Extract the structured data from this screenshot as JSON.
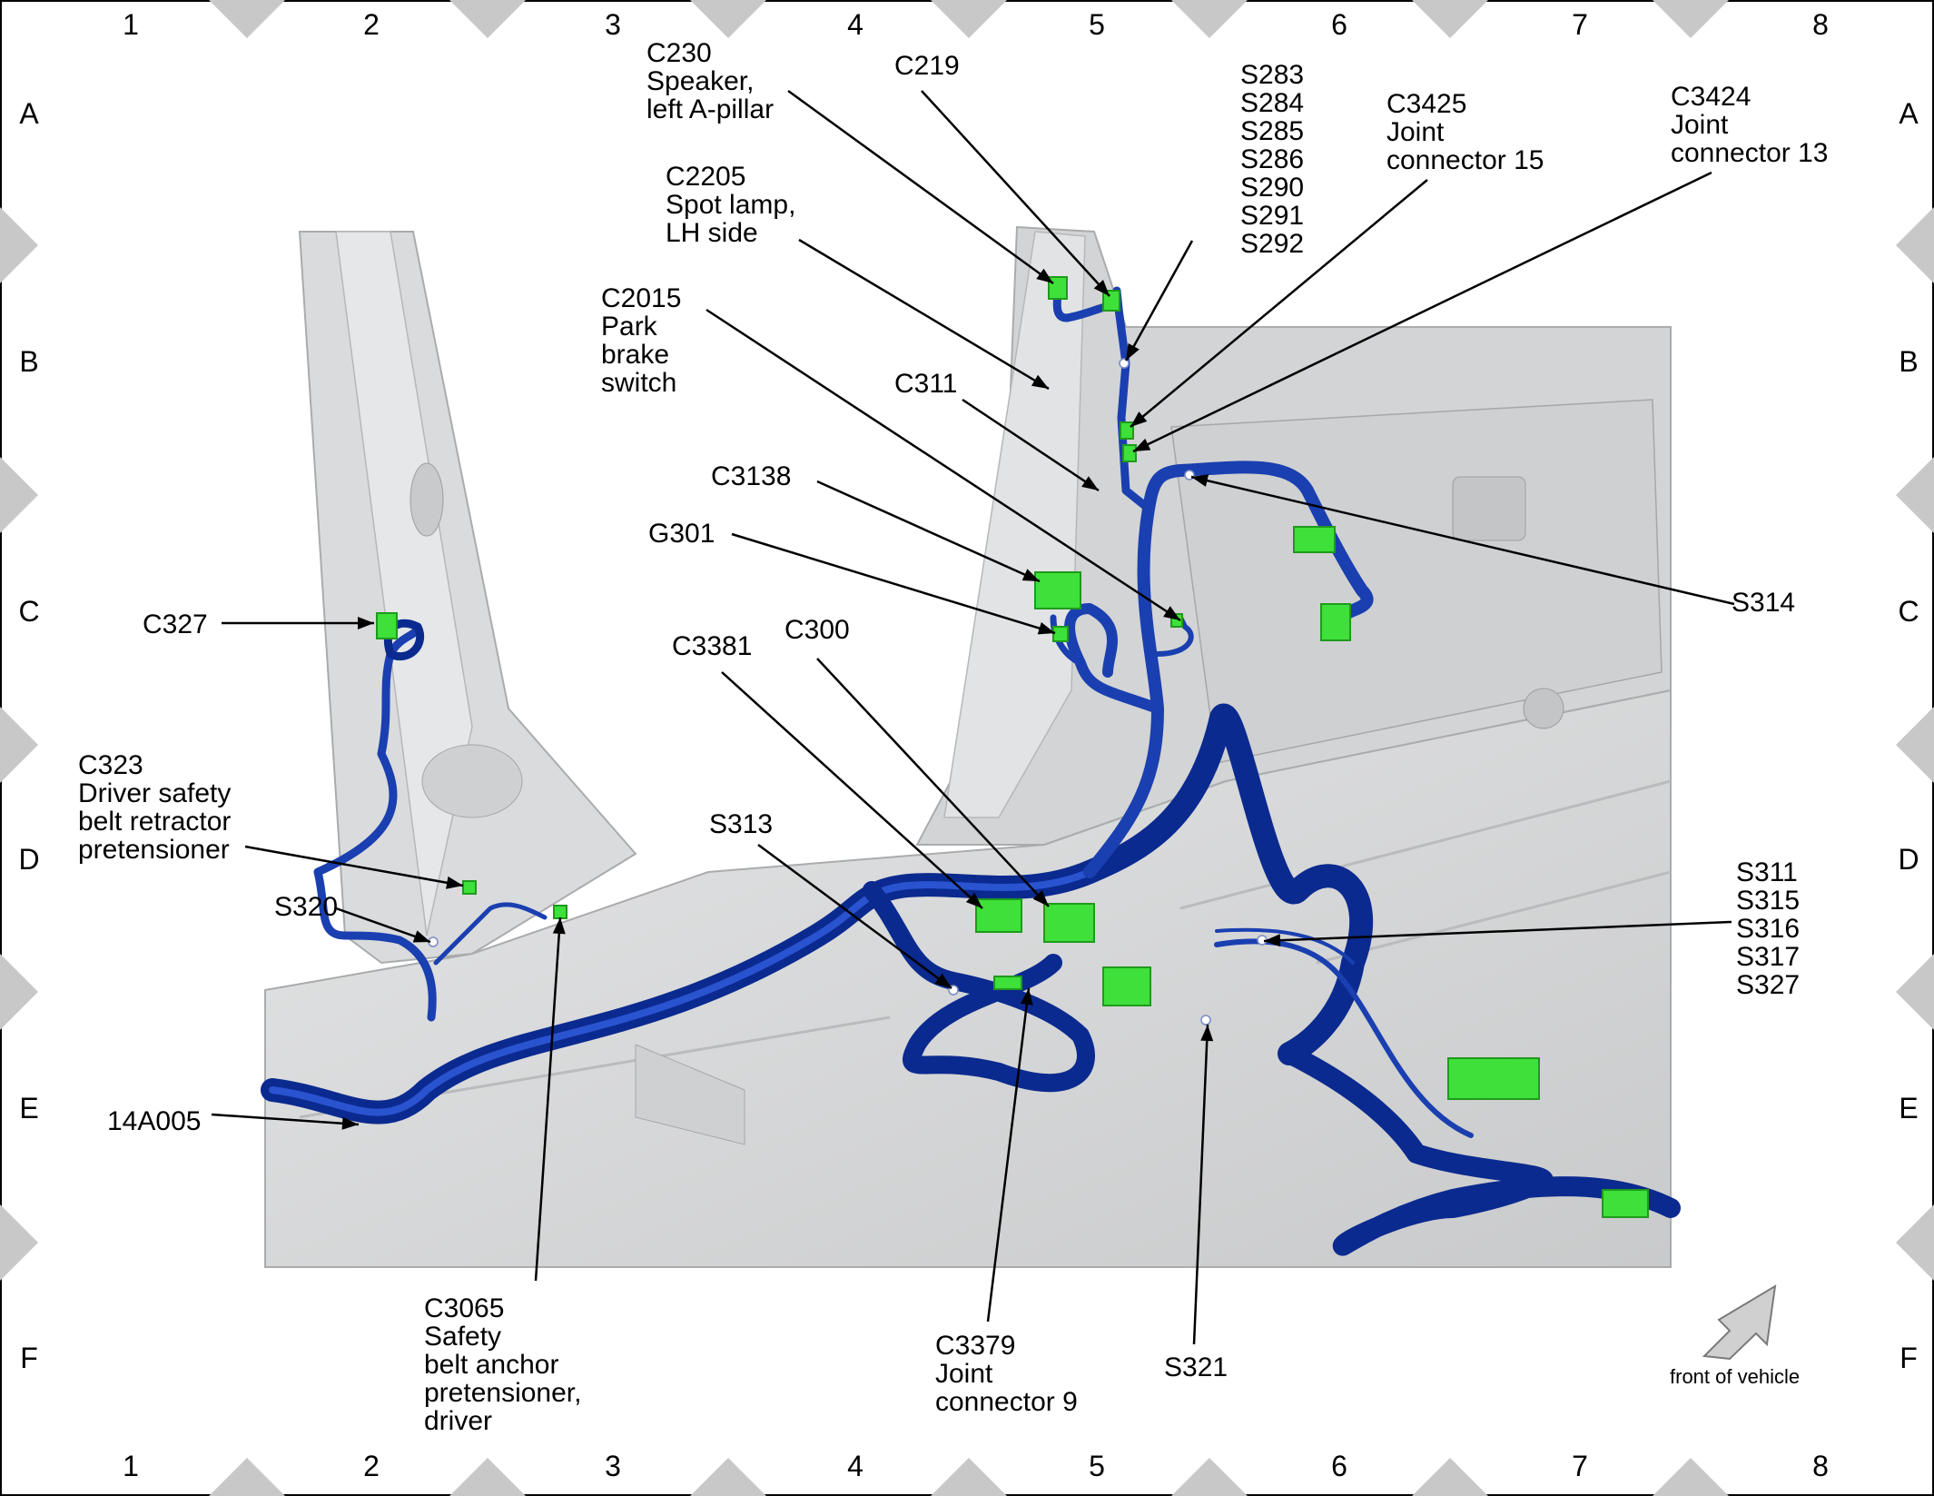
{
  "grid": {
    "columns": [
      "1",
      "2",
      "3",
      "4",
      "5",
      "6",
      "7",
      "8"
    ],
    "rows": [
      "A",
      "B",
      "C",
      "D",
      "E",
      "F"
    ]
  },
  "colors": {
    "harness": "#1a3fb0",
    "harness_dark": "#0b2a8f",
    "connector": "#3ee03a",
    "body": "#d9dadb",
    "frame_marker": "#c8c8c8"
  },
  "callouts": [
    {
      "id": "c230",
      "lines": [
        "C230",
        "Speaker,",
        "left A-pillar"
      ]
    },
    {
      "id": "c219",
      "lines": [
        "C219"
      ]
    },
    {
      "id": "s283",
      "lines": [
        "S283",
        "S284",
        "S285",
        "S286",
        "S290",
        "S291",
        "S292"
      ]
    },
    {
      "id": "c3425",
      "lines": [
        "C3425",
        "Joint",
        "connector 15"
      ]
    },
    {
      "id": "c3424",
      "lines": [
        "C3424",
        "Joint",
        "connector 13"
      ]
    },
    {
      "id": "c2205",
      "lines": [
        "C2205",
        "Spot lamp,",
        "LH side"
      ]
    },
    {
      "id": "c2015",
      "lines": [
        "C2015",
        "Park",
        "brake",
        "switch"
      ]
    },
    {
      "id": "c311",
      "lines": [
        "C311"
      ]
    },
    {
      "id": "c3138",
      "lines": [
        "C3138"
      ]
    },
    {
      "id": "g301",
      "lines": [
        "G301"
      ]
    },
    {
      "id": "s314",
      "lines": [
        "S314"
      ]
    },
    {
      "id": "c327",
      "lines": [
        "C327"
      ]
    },
    {
      "id": "c3381",
      "lines": [
        "C3381"
      ]
    },
    {
      "id": "c300",
      "lines": [
        "C300"
      ]
    },
    {
      "id": "c323",
      "lines": [
        "C323",
        "Driver safety",
        "belt retractor",
        "pretensioner"
      ]
    },
    {
      "id": "s313",
      "lines": [
        "S313"
      ]
    },
    {
      "id": "s311",
      "lines": [
        "S311",
        "S315",
        "S316",
        "S317",
        "S327"
      ]
    },
    {
      "id": "s320",
      "lines": [
        "S320"
      ]
    },
    {
      "id": "a14a005",
      "lines": [
        "14A005"
      ]
    },
    {
      "id": "c3065",
      "lines": [
        "C3065",
        "Safety",
        "belt anchor",
        "pretensioner,",
        "driver"
      ]
    },
    {
      "id": "c3379",
      "lines": [
        "C3379",
        "Joint",
        "connector 9"
      ]
    },
    {
      "id": "s321",
      "lines": [
        "S321"
      ]
    }
  ],
  "orientation": {
    "label": "front of vehicle",
    "icon": "arrow-up-right-icon"
  }
}
